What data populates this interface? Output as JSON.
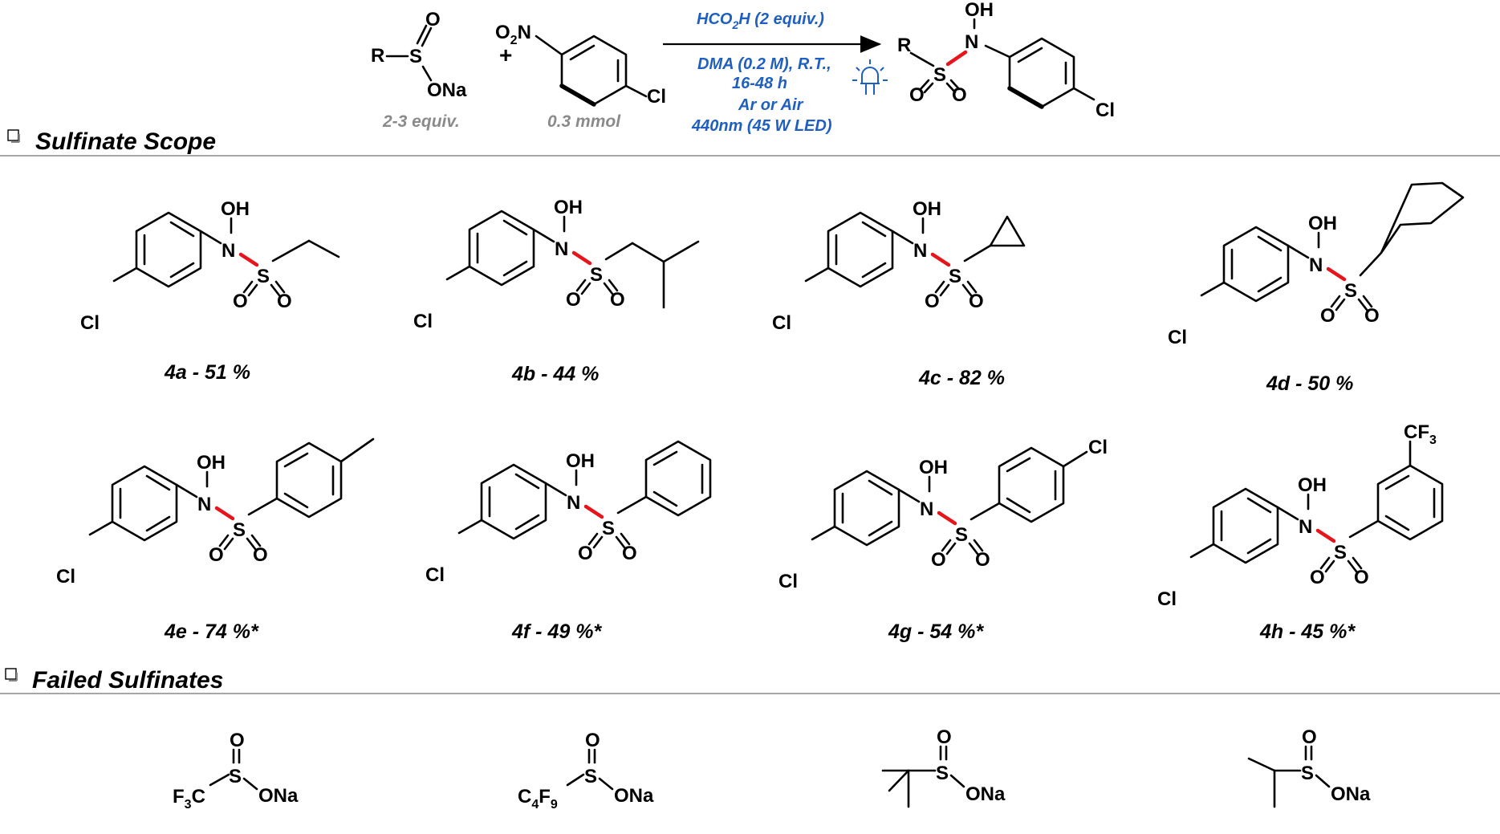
{
  "reaction": {
    "reagent1": {
      "r": "R",
      "s": "S",
      "o": "O",
      "ona": "ONa",
      "equiv": "2-3 equiv."
    },
    "reagent2": {
      "o2n_main": "O",
      "o2n_sub": "2",
      "o2n_n": "N",
      "cl": "Cl",
      "amount": "0.3 mmol"
    },
    "plus": "+",
    "conditions": {
      "line1_main": "HCO",
      "line1_sub": "2",
      "line1_rest": "H (2 equiv.)",
      "line2": "DMA (0.2 M), R.T.,",
      "line3": "16-48 h",
      "line4": "Ar or Air",
      "line5": "440nm (45 W LED)"
    },
    "product": {
      "r": "R",
      "s": "S",
      "n": "N",
      "oh": "OH",
      "o": "O",
      "cl": "Cl"
    }
  },
  "sections": {
    "scope_title": "Sulfinate Scope",
    "failed_title": "Failed Sulfinates"
  },
  "compounds": [
    {
      "id": "4a",
      "caption": "4a - 51 %"
    },
    {
      "id": "4b",
      "caption": "4b - 44 %"
    },
    {
      "id": "4c",
      "caption": "4c - 82 %"
    },
    {
      "id": "4d",
      "caption": "4d - 50 %"
    },
    {
      "id": "4e",
      "caption": "4e - 74 %*"
    },
    {
      "id": "4f",
      "caption": "4f - 49 %*"
    },
    {
      "id": "4g",
      "caption": "4g - 54 %*"
    },
    {
      "id": "4h",
      "caption": "4h - 45 %*",
      "cf3_main": "CF",
      "cf3_sub": "3"
    }
  ],
  "atoms": {
    "cl": "Cl",
    "n": "N",
    "oh": "OH",
    "s": "S",
    "o": "O"
  },
  "failed": [
    {
      "label_main": "F",
      "label_sub": "3",
      "label_rest": "C",
      "s": "S",
      "o": "O",
      "ona": "ONa"
    },
    {
      "label_main": "C",
      "label_sub": "4",
      "label_mid": "F",
      "label_sub2": "9",
      "s": "S",
      "o": "O",
      "ona": "ONa"
    },
    {
      "s": "S",
      "o": "O",
      "ona": "ONa"
    },
    {
      "s": "S",
      "o": "O",
      "ona": "ONa"
    }
  ],
  "colors": {
    "highlight_bond": "#e8141c",
    "conditions_text": "#1f5fbf",
    "amount_text": "#8a8a8a"
  }
}
